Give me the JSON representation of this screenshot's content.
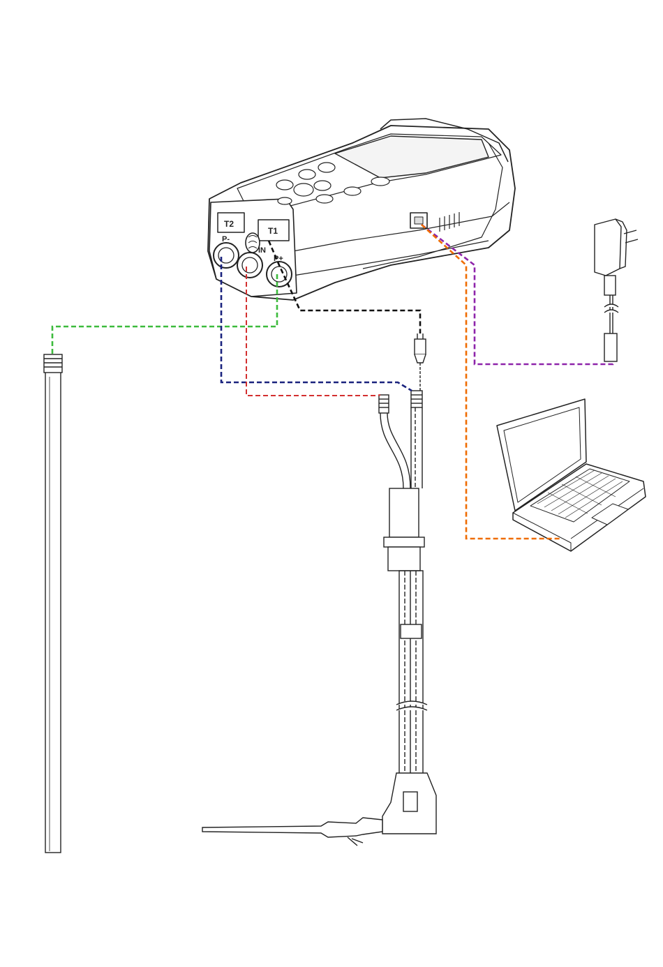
{
  "device": {
    "port_labels": {
      "t2": "T2",
      "t1": "T1",
      "p_minus": "P-",
      "in": "IN",
      "p_plus": "P+"
    }
  },
  "connections": [
    {
      "id": "p-plus-to-pressure-tube",
      "color": "#3dbb3d"
    },
    {
      "id": "p-minus-to-probe-hose",
      "color": "#1a237e"
    },
    {
      "id": "in-to-gas-hose",
      "color": "#d32f2f"
    },
    {
      "id": "t1-to-thermocouple-plug",
      "color": "#111111"
    },
    {
      "id": "usb-to-power-adapter",
      "color": "#8e24aa"
    },
    {
      "id": "usb-to-laptop",
      "color": "#ef6c00"
    }
  ],
  "icons": [
    "analyzer-device",
    "pressure-tube",
    "flue-gas-probe",
    "power-adapter",
    "laptop"
  ]
}
